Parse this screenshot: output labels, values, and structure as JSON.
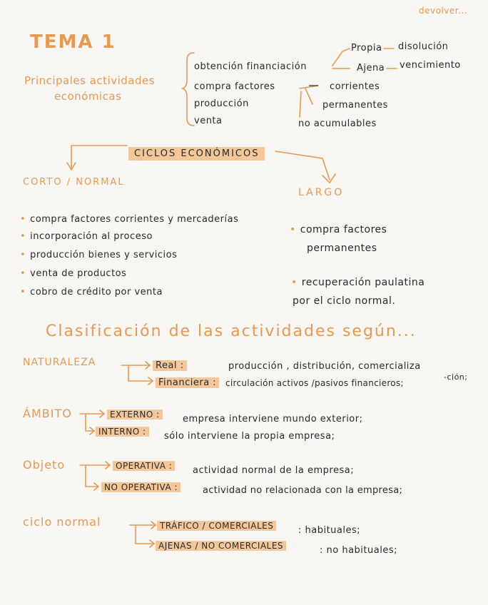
{
  "header": {
    "corner_note": "devolver..."
  },
  "tema": {
    "title": "TEMA 1",
    "subtitle_line1": "Principales actividades",
    "subtitle_line2": "económicas"
  },
  "brace_list": {
    "items": [
      "obtención financiación",
      "compra factores",
      "producción",
      "venta"
    ],
    "propia": "Propia",
    "disolucion": "disolución",
    "ajena": "Ajena",
    "vencimiento": "vencimiento",
    "corrientes": "corrientes",
    "permanentes": "permanentes",
    "no_acumulables": "no acumulables"
  },
  "ciclos": {
    "title": "CICLOS ECONÓMICOS",
    "corto": "CORTO / NORMAL",
    "largo": "LARGO",
    "corto_items": [
      "compra factores corrientes y mercaderías",
      "incorporación al proceso",
      "producción bienes y servicios",
      "venta de productos",
      "cobro de crédito por venta"
    ],
    "largo_item1_line1": "compra factores",
    "largo_item1_line2": "permanentes",
    "largo_item2_line1": "recuperación paulatina",
    "largo_item2_line2": "por el ciclo normal."
  },
  "clasificacion": {
    "title": "Clasificación de las actividades según...",
    "naturaleza": {
      "label": "NATURALEZA",
      "real_label": "Real :",
      "real_text": "producción , distribución, comercializa",
      "real_cont": "-ción;",
      "fin_label": "Financiera :",
      "fin_text": "circulación activos /pasivos financieros;"
    },
    "ambito": {
      "label": "ÁMBITO",
      "ext_label": "EXTERNO :",
      "ext_text": "empresa interviene mundo exterior;",
      "int_label": "INTERNO :",
      "int_text": "sólo interviene la propia empresa;"
    },
    "objeto": {
      "label": "Objeto",
      "op_label": "OPERATIVA :",
      "op_text": "actividad normal de la empresa;",
      "noop_label": "NO OPERATIVA :",
      "noop_text": "actividad no relacionada con la empresa;"
    },
    "ciclo": {
      "label": "ciclo normal",
      "traf_label": "TRÁFICO / COMERCIALES",
      "traf_text": ": habituales;",
      "aj_label": "AJENAS / NO COMERCIALES",
      "aj_text": ": no habituales;"
    }
  },
  "colors": {
    "accent": "#e59a54",
    "highlight": "#f3c79a",
    "ink": "#2a2a2a",
    "paper": "#f7f6f3"
  }
}
